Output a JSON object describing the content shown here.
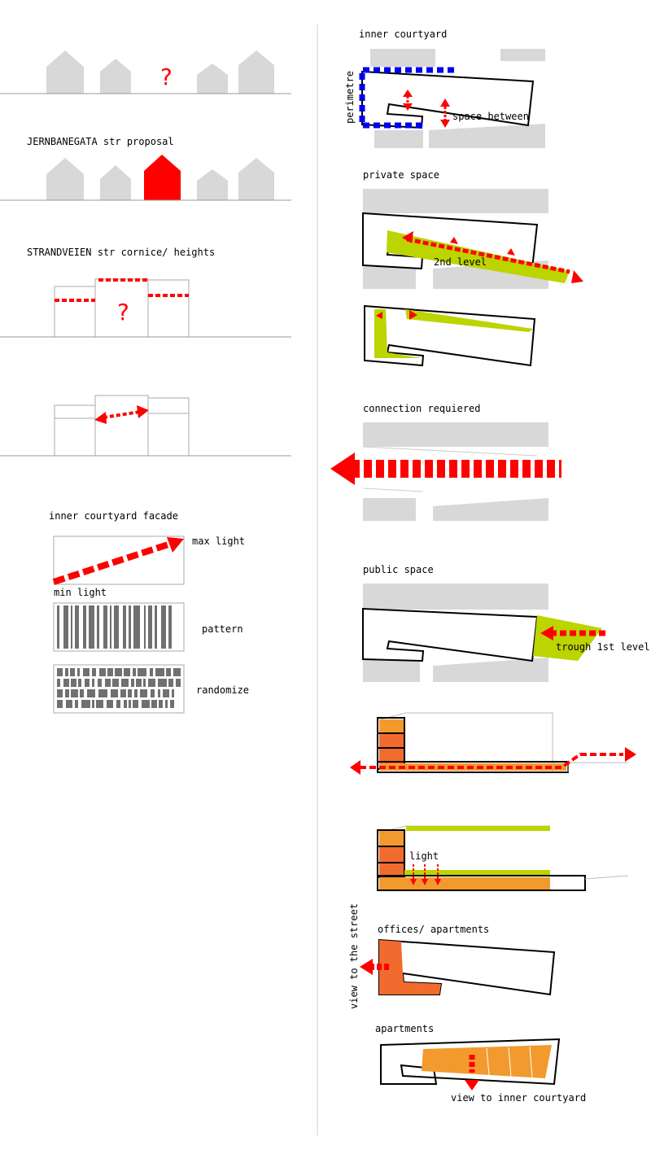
{
  "left": {
    "jernbanegata_title": "JERNBANEGATA str proposal",
    "strandveien_title": "STRANDVEIEN str cornice/ heights",
    "question_mark_1": "?",
    "question_mark_2": "?",
    "facade_title": "inner courtyard facade",
    "max_light": "max light",
    "min_light": "min light",
    "pattern": "pattern",
    "randomize": "randomize"
  },
  "right": {
    "inner_courtyard": "inner courtyard",
    "perimetre": "perimetre",
    "space_between": "space between",
    "private_space": "private space",
    "second_level": "2nd level",
    "connection_required": "connection requiered",
    "public_space": "public space",
    "trough_first_level": "trough 1st level",
    "light": "light",
    "offices_apartments": "offices/ apartments",
    "view_to_street": "view to the street",
    "apartments": "apartments",
    "view_to_inner_courtyard": "view to inner courtyard"
  },
  "colors": {
    "red": "#ff0000",
    "blue": "#0000ee",
    "green": "#bcd400",
    "orange": "#f29a2e",
    "orange_dark": "#f26b2e",
    "gray": "#d8d8d8",
    "line": "#999999"
  }
}
